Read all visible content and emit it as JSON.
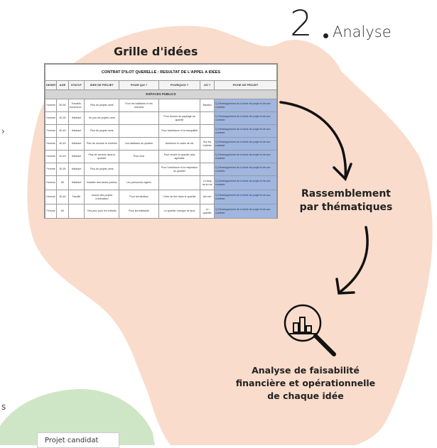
{
  "step": {
    "number": "2",
    "label": "Analyse"
  },
  "grid": {
    "title": "Grille d'idées",
    "table_title": "CONTRAT D'ILOT QUERELLE : RESULTAT DE L'APPEL A IDEES",
    "headers": [
      "DESIR?",
      "AGE",
      "STATUT",
      "IDEE DE PROJET",
      "POUR QUI ?",
      "POURQUOI ?",
      "OÙ ?",
      "FICHE DE PROJET"
    ],
    "section": "ESPACES PUBLICS",
    "rows": [
      [
        "Homme",
        "50-59",
        "Travaille, commerce...",
        "Plus de projets verts",
        "Pour les habitants et les riverains",
        "",
        "Bastion",
        "..."
      ],
      [
        "Homme",
        "30-39",
        "Habitant",
        "Un peu de projets verts",
        "",
        "Pour donner du paysage au quartier",
        "",
        "..."
      ],
      [
        "Femme",
        "40-49",
        "Habitant",
        "Plus de projets verts",
        "",
        "Pour l'ambiance et la tranquillité",
        "",
        "..."
      ],
      [
        "Homme",
        "40-49",
        "Habitant",
        "Plus de verdure et d'arbres",
        "Les habitants du quartier",
        "Améliorer le cadre de vie",
        "Sur les trottoirs",
        "..."
      ],
      [
        "Homme",
        "40-49",
        "Habitant",
        "Plus de verdure dans le quartier",
        "Pour tous",
        "Pour rendre le quartier plus agréable",
        "",
        "..."
      ],
      [
        "Femme",
        "30-39",
        "Habitant",
        "Plus de projets verts",
        "",
        "Pour l'ambiance et la respiration du quartier",
        "",
        "..."
      ],
      [
        "Homme",
        "60",
        "Habitant",
        "Installer des bancs publics",
        "Les personnes âgées",
        "",
        "Le long de la rue",
        "..."
      ],
      [
        "Homme",
        "30-49",
        "Famille",
        "Lancer des projets d'animation",
        "Pour les familles",
        "Créer du lien dans le quartier",
        "Ilot vert",
        "..."
      ],
      [
        "Femme",
        "60",
        "",
        "Des jeux pour les enfants",
        "Pour les habitants",
        "Le quartier manque de jeux",
        "Le quartier",
        "..."
      ]
    ],
    "fiche_text": "1) Développement de la fiche de projet et de son contexte"
  },
  "labels": {
    "thematic": [
      "Rassemblement",
      "par thématiques"
    ],
    "analysis": [
      "Analyse de faisabilité",
      "financière et opérationnelle",
      "de chaque idée"
    ]
  },
  "candidate": "Projet candidat",
  "colors": {
    "blob": "#f9dccb",
    "green_blob": "#cfe6c6",
    "fiche_blue": "#9fb6e0"
  }
}
